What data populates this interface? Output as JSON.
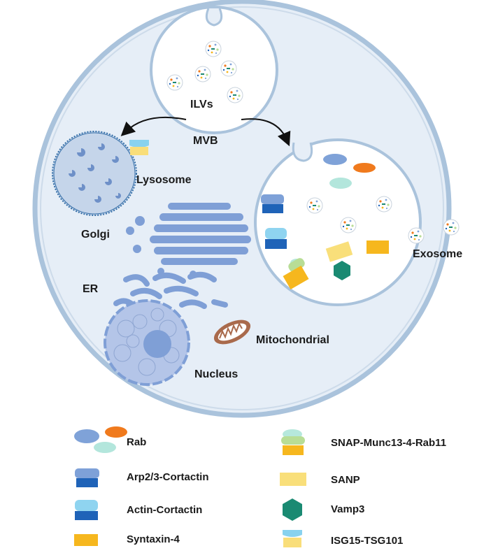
{
  "labels": {
    "ilvs": "ILVs",
    "mvb": "MVB",
    "lysosome": "Lysosome",
    "golgi": "Golgi",
    "er": "ER",
    "mitochondrial": "Mitochondrial",
    "nucleus": "Nucleus",
    "exosome": "Exosome"
  },
  "legend": {
    "rab": "Rab",
    "arp": "Arp2/3-Cortactin",
    "actin": "Actin-Cortactin",
    "syntaxin": "Syntaxin-4",
    "snap_munc": "SNAP-Munc13-4-Rab11",
    "sanp": "SANP",
    "vamp3": "Vamp3",
    "isg15": "ISG15-TSG101"
  },
  "colors": {
    "cell_fill": "#e6eef7",
    "membrane": "#aac3dc",
    "rab_blue": "#7fa2d8",
    "rab_orange": "#f07a1d",
    "rab_mint": "#b3e6dc",
    "cortactin_top": "#7ea1d8",
    "cortactin_bottom": "#1f63b8",
    "actin_top": "#8fd4f0",
    "syntaxin": "#f6b71e",
    "snap_green": "#b8dd96",
    "snap_mint": "#b6e8dc",
    "sanp": "#f9df7a",
    "vamp3": "#1a8a72",
    "isg15_top": "#88d2ef",
    "isg15_bottom": "#f9de7a",
    "golgi": "#7f9fd6",
    "nucleus": "#b4c5e8",
    "nucleolus": "#7f9fd6",
    "mito": "#a96a4c"
  }
}
